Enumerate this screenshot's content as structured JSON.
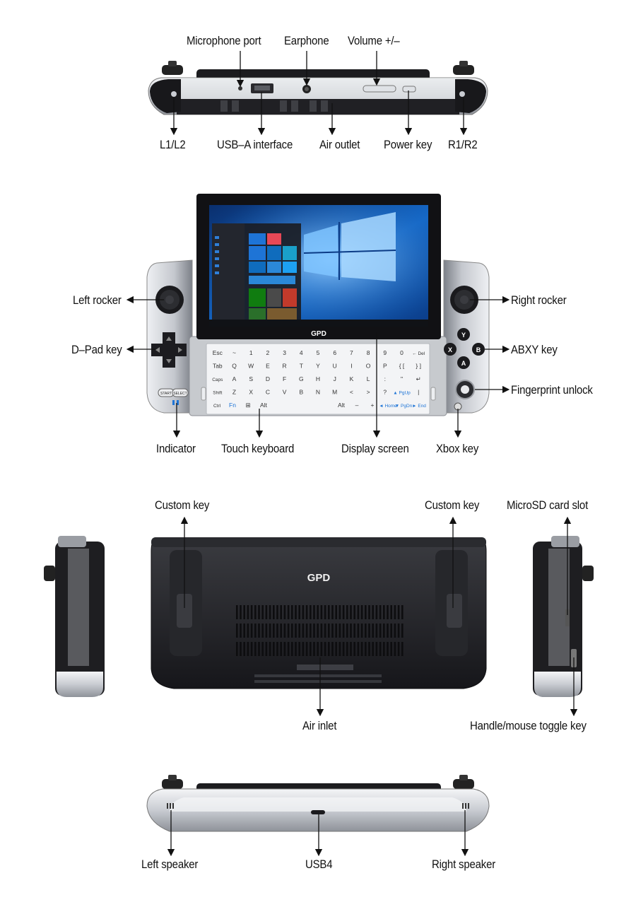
{
  "brand": "GPD",
  "views": {
    "top": {
      "labels_top": [
        "Microphone port",
        "Earphone",
        "Volume +/–"
      ],
      "labels_bottom": [
        "L1/L2",
        "USB–A interface",
        "Air outlet",
        "Power key",
        "R1/R2"
      ]
    },
    "front": {
      "labels_left": [
        "Left rocker",
        "D–Pad key"
      ],
      "labels_right": [
        "Right rocker",
        "ABXY key",
        "Fingerprint unlock"
      ],
      "labels_bottom": [
        "Indicator",
        "Touch keyboard",
        "Display screen",
        "Xbox key"
      ]
    },
    "back": {
      "labels_top": [
        "Custom key",
        "Custom key",
        "MicroSD card slot"
      ],
      "labels_bottom": [
        "Air inlet",
        "Handle/mouse toggle key"
      ]
    },
    "bottom": {
      "labels_bottom": [
        "Left speaker",
        "USB4",
        "Right speaker"
      ]
    }
  },
  "keyboard": {
    "rows": [
      [
        "Esc",
        "~",
        "1",
        "2",
        "3",
        "4",
        "5",
        "6",
        "7",
        "8",
        "9",
        "0",
        "← Del"
      ],
      [
        "Tab",
        "Q",
        "W",
        "E",
        "R",
        "T",
        "Y",
        "U",
        "I",
        "O",
        "P",
        "{ [",
        "} ]"
      ],
      [
        "Caps",
        "A",
        "S",
        "D",
        "F",
        "G",
        "H",
        "J",
        "K",
        "L",
        ":",
        "\"",
        "↵"
      ],
      [
        "Shift",
        "Z",
        "X",
        "C",
        "V",
        "B",
        "N",
        "M",
        "<",
        ">",
        "?",
        "▲ PgUp",
        "|"
      ],
      [
        "Ctrl",
        "Fn",
        "⊞",
        "Alt",
        "",
        "",
        "",
        "",
        "Alt",
        "–",
        "+",
        "◄ Home",
        "▼ PgDn",
        "► End"
      ]
    ]
  },
  "buttons": {
    "start": "START",
    "select": "SELECT",
    "abxy": [
      "Y",
      "X",
      "B",
      "A"
    ]
  },
  "colors": {
    "accent_blue": "#1e74d6",
    "body_dark": "#1f1f22",
    "body_silver": "#d8dbe0"
  }
}
